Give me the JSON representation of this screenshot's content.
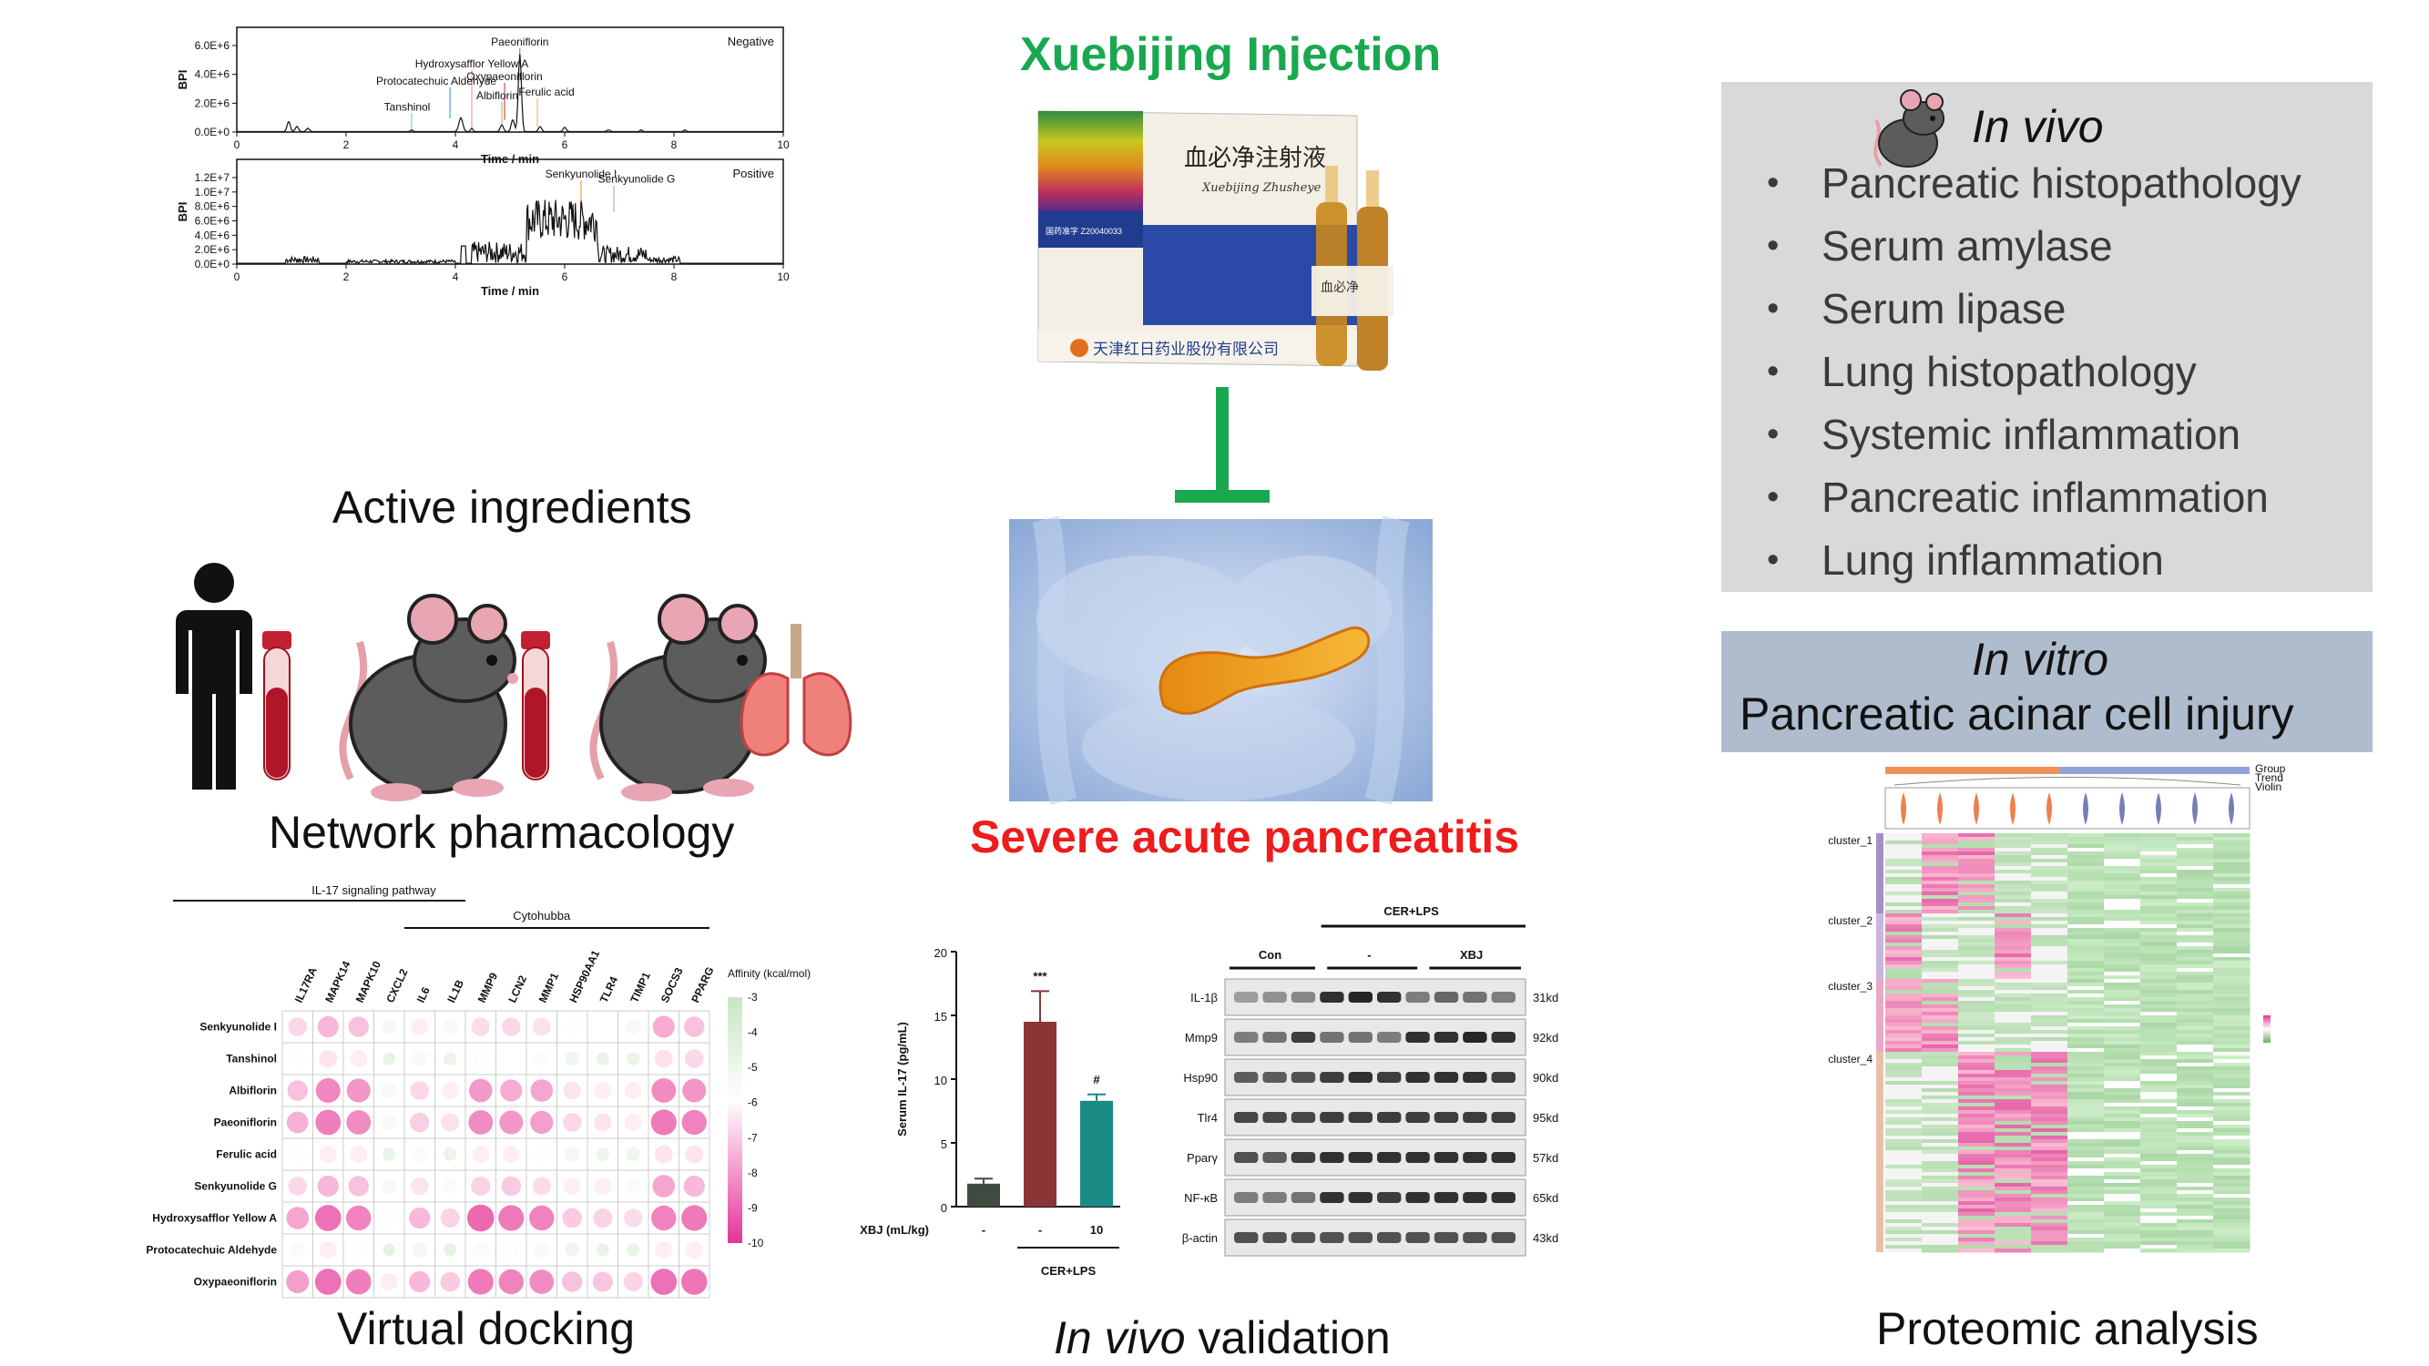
{
  "title": "Xuebijing Injection",
  "disease": "Severe acute pancreatitis",
  "product_box": {
    "chinese_name": "血必净注射液",
    "pinyin": "Xuebijing Zhusheye",
    "approval_no": "国药准字 Z20040033",
    "company": "天津红日药业股份有限公司",
    "ampoule_label": "血必净"
  },
  "captions": {
    "active": "Active ingredients",
    "network": "Network pharmacology",
    "docking": "Virtual docking",
    "validation_italic": "In vivo",
    "validation_rest": " validation",
    "proteomic": "Proteomic analysis"
  },
  "in_vivo": {
    "title": "In vivo",
    "items": [
      "Pancreatic histopathology",
      "Serum amylase",
      "Serum lipase",
      "Lung histopathology",
      "Systemic inflammation",
      "Pancreatic inflammation",
      "Lung inflammation"
    ]
  },
  "in_vitro": {
    "title": "In vitro",
    "subtitle": "Pancreatic acinar cell injury"
  },
  "chromatograms": {
    "negative": {
      "label": "Negative",
      "ylabel": "BPI",
      "xlabel": "Time / min",
      "yticks": [
        "6.0E+6",
        "4.0E+6",
        "2.0E+6",
        "0.0E+0"
      ],
      "xticks": [
        "0",
        "2",
        "4",
        "6",
        "8",
        "10"
      ],
      "peaks": [
        {
          "name": "Paeoniflorin",
          "color": "#1fa34a"
        },
        {
          "name": "Hydroxysafflor Yellow A",
          "color": "#e88aa0"
        },
        {
          "name": "Oxypaeoniflorin",
          "color": "#e02020"
        },
        {
          "name": "Protocatechuic Aldehyde",
          "color": "#1b8fd6"
        },
        {
          "name": "Albiflorin",
          "color": "#8bc34a"
        },
        {
          "name": "Ferulic acid",
          "color": "#f0b030"
        },
        {
          "name": "Tanshinol",
          "color": "#5bc0de"
        }
      ]
    },
    "positive": {
      "label": "Positive",
      "ylabel": "BPI",
      "xlabel": "Time / min",
      "yticks": [
        "1.2E+7",
        "1.0E+7",
        "8.0E+6",
        "6.0E+6",
        "4.0E+6",
        "2.0E+6",
        "0.0E+0"
      ],
      "xticks": [
        "0",
        "2",
        "4",
        "6",
        "8",
        "10"
      ],
      "peaks": [
        {
          "name": "Senkyunolide I",
          "color": "#f08c00"
        },
        {
          "name": "Senkyunolide G",
          "color": "#9aa0b8"
        }
      ]
    }
  },
  "docking": {
    "header_pathway": "IL-17 signaling pathway",
    "header_cytohubba": "Cytohubba",
    "genes": [
      "IL17RA",
      "MAPK14",
      "MAPK10",
      "CXCL2",
      "IL6",
      "IL1B",
      "MMP9",
      "LCN2",
      "MMP1",
      "HSP90AA1",
      "TLR4",
      "TIMP1",
      "SOCS3",
      "PPARG"
    ],
    "compounds": [
      "Senkyunolide I",
      "Tanshinol",
      "Albiflorin",
      "Paeoniflorin",
      "Ferulic acid",
      "Senkyunolide G",
      "Hydroxysafflor Yellow A",
      "Protocatechuic Aldehyde",
      "Oxypaeoniflorin"
    ],
    "legend_title": "Affinity (kcal/mol)",
    "legend_ticks": [
      "-3",
      "-4",
      "-5",
      "-6",
      "-7",
      "-8",
      "-9",
      "-10"
    ],
    "values": [
      [
        -6.5,
        -7.2,
        -7.0,
        -5.2,
        -6.0,
        -5.5,
        -6.4,
        -6.5,
        -6.3,
        -5.8,
        -5.9,
        -5.4,
        -7.5,
        -7.0
      ],
      [
        -5.8,
        -6.2,
        -6.0,
        -4.6,
        -5.5,
        -4.8,
        -5.8,
        -5.9,
        -5.7,
        -5.0,
        -4.7,
        -4.8,
        -6.3,
        -6.5
      ],
      [
        -7.0,
        -8.3,
        -8.0,
        -5.5,
        -6.5,
        -6.0,
        -7.9,
        -7.5,
        -7.6,
        -6.2,
        -6.0,
        -6.0,
        -8.2,
        -8.0
      ],
      [
        -7.4,
        -8.5,
        -8.2,
        -5.5,
        -6.7,
        -6.3,
        -8.2,
        -8.0,
        -7.8,
        -6.5,
        -6.2,
        -6.0,
        -8.6,
        -8.4
      ],
      [
        -5.8,
        -6.0,
        -6.0,
        -4.8,
        -5.6,
        -4.8,
        -6.0,
        -6.0,
        -5.8,
        -5.2,
        -4.9,
        -5.0,
        -6.2,
        -6.2
      ],
      [
        -6.5,
        -7.2,
        -7.0,
        -5.4,
        -6.2,
        -5.6,
        -6.6,
        -6.8,
        -6.4,
        -6.0,
        -6.0,
        -5.6,
        -7.6,
        -7.2
      ],
      [
        -7.6,
        -8.8,
        -8.4,
        -5.8,
        -7.2,
        -6.6,
        -9.0,
        -8.6,
        -8.4,
        -6.8,
        -6.6,
        -6.4,
        -8.4,
        -8.6
      ],
      [
        -5.6,
        -6.0,
        -5.8,
        -4.5,
        -5.2,
        -4.6,
        -5.6,
        -5.8,
        -5.5,
        -5.0,
        -4.7,
        -4.7,
        -6.0,
        -6.0
      ],
      [
        -7.8,
        -8.8,
        -8.5,
        -6.0,
        -7.2,
        -6.8,
        -8.6,
        -8.4,
        -8.2,
        -7.0,
        -6.9,
        -6.6,
        -8.8,
        -8.7
      ]
    ]
  },
  "chart_data": {
    "type": "bar",
    "categories": [
      "Con",
      "CER+LPS",
      "CER+LPS + XBJ 10"
    ],
    "x_row_label": "XBJ (mL/kg)",
    "x_row_values": [
      "-",
      "-",
      "10"
    ],
    "group_label": "CER+LPS",
    "values": [
      1.8,
      14.5,
      8.3
    ],
    "errors": [
      0.4,
      2.4,
      0.5
    ],
    "colors": [
      "#404a40",
      "#8b3536",
      "#1a8a85"
    ],
    "significance": [
      "",
      "***",
      "#"
    ],
    "ylabel": "Serum IL-17 (pg/mL)",
    "ylim": [
      0,
      20
    ],
    "yticks": [
      "0",
      "5",
      "10",
      "15",
      "20"
    ]
  },
  "western_blot": {
    "header_group": "CER+LPS",
    "columns": [
      "Con",
      "-",
      "XBJ"
    ],
    "proteins": [
      "IL-1β",
      "Mmp9",
      "Hsp90",
      "Tlr4",
      "Pparγ",
      "NF-κB",
      "β-actin"
    ],
    "sizes": [
      "31kd",
      "92kd",
      "90kd",
      "95kd",
      "57kd",
      "65kd",
      "43kd"
    ]
  },
  "heatmap": {
    "header_labels": [
      "Group",
      "Trend",
      "Violin"
    ],
    "cluster_labels": [
      "cluster_1",
      "cluster_2",
      "cluster_3",
      "cluster_4"
    ]
  }
}
